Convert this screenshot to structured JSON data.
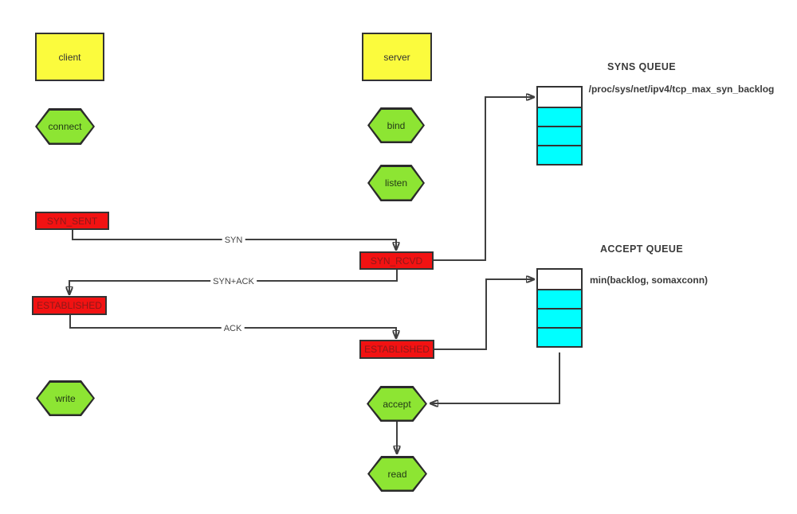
{
  "diagram": {
    "nodes": {
      "client": "client",
      "server": "server",
      "connect": "connect",
      "bind": "bind",
      "listen": "listen",
      "syn_sent": "SYN_SENT",
      "syn_rcvd": "SYN_RCVD",
      "established_client": "ESTABLISHED",
      "established_server": "ESTABLISHED",
      "write": "write",
      "accept": "accept",
      "read": "read"
    },
    "edge_labels": {
      "syn": "SYN",
      "syn_ack": "SYN+ACK",
      "ack": "ACK"
    },
    "queues": {
      "syns": {
        "title": "SYNS QUEUE",
        "annotation": "/proc/sys/net/ipv4/tcp_max_syn_backlog",
        "cells": [
          "empty",
          "filled",
          "filled",
          "filled"
        ]
      },
      "accept": {
        "title": "ACCEPT QUEUE",
        "annotation": "min(backlog, somaxconn)",
        "cells": [
          "empty",
          "filled",
          "filled",
          "filled"
        ]
      }
    },
    "colors": {
      "process_box_fill": "#fbfb3d",
      "syscall_hex_fill": "#8de533",
      "state_box_fill": "#f21212",
      "state_box_text": "#8b1a1a",
      "queue_cell_filled": "#00ffff",
      "queue_cell_empty": "#ffffff",
      "connector_line": "#404040",
      "shape_border": "#333333",
      "label_text": "#3a3a3a"
    }
  }
}
